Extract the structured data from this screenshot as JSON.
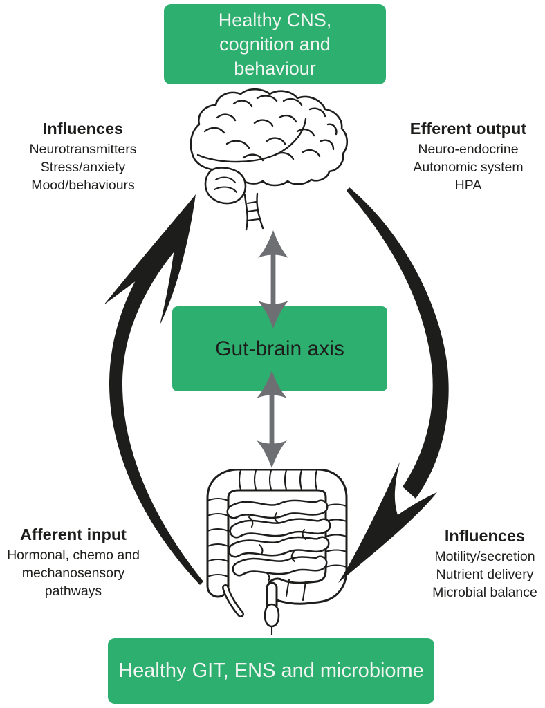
{
  "colors": {
    "green": "#2daf70",
    "green-text": "#f2f5f1",
    "ink": "#1d1d1b",
    "gray": "#6e6f72",
    "bg": "#ffffff"
  },
  "boxes": {
    "top": {
      "label": "Healthy CNS, cognition and behaviour"
    },
    "middle": {
      "label": "Gut-brain axis"
    },
    "bottom": {
      "label": "Healthy GIT, ENS and microbiome"
    }
  },
  "labels": {
    "top_left": {
      "title": "Influences",
      "lines": [
        "Neurotransmitters",
        "Stress/anxiety",
        "Mood/behaviours"
      ]
    },
    "top_right": {
      "title": "Efferent output",
      "lines": [
        "Neuro-endocrine",
        "Autonomic system",
        "HPA"
      ]
    },
    "bottom_left": {
      "title": "Afferent input",
      "lines": [
        "Hormonal, chemo and",
        "mechanosensory",
        "pathways"
      ]
    },
    "bottom_right": {
      "title": "Influences",
      "lines": [
        "Motility/secretion",
        "Nutrient delivery",
        "Microbial balance"
      ]
    }
  },
  "illustrations": {
    "brain": "brain-line-drawing",
    "gut": "intestines-line-drawing"
  },
  "arrows": {
    "gut_to_brain": "curved-black-arrow-up-left",
    "brain_to_gut": "curved-black-arrow-down-right",
    "brain_axis_link": "gray-double-arrow",
    "axis_gut_link": "gray-double-arrow"
  }
}
